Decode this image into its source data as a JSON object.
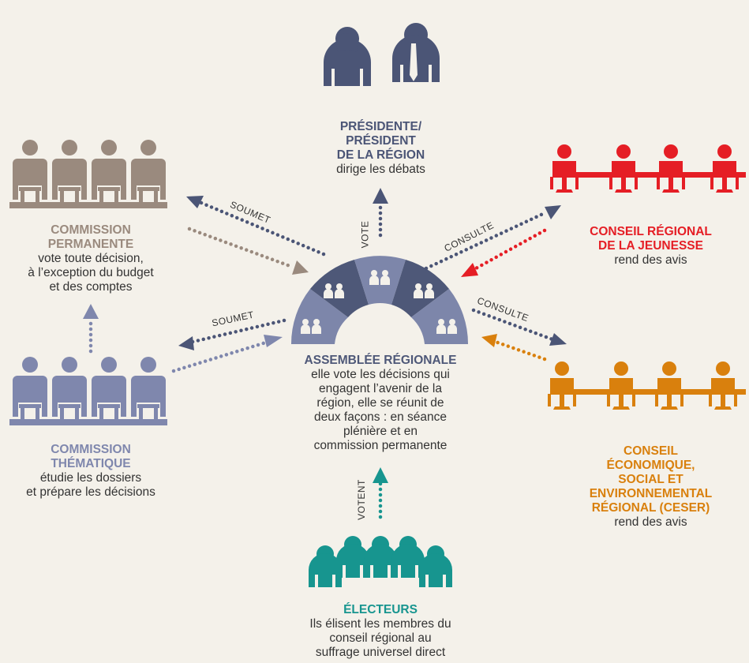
{
  "colors": {
    "background": "#f4f1ea",
    "president": "#4b5576",
    "assembly_dark": "#4e5878",
    "assembly_light": "#7d86aa",
    "commission_permanente": "#9a8a7e",
    "commission_thematique": "#7f87ad",
    "jeunesse": "#e51e25",
    "ceser": "#d9800d",
    "electeurs": "#17958f",
    "arrow_navy": "#4b5576",
    "arrow_taupe": "#9a8a7e"
  },
  "nodes": {
    "president": {
      "title_lines": [
        "PRÉSIDENTE/",
        "PRÉSIDENT",
        "DE LA RÉGION"
      ],
      "desc_lines": [
        "dirige les débats"
      ],
      "icon": "two-executives-icon"
    },
    "assemblee": {
      "title_lines": [
        "ASSEMBLÉE RÉGIONALE"
      ],
      "desc_lines": [
        "elle vote les décisions qui",
        "engagent l’avenir de la",
        "région, elle se réunit de",
        "deux façons : en séance",
        "plénière et en",
        "commission permanente"
      ],
      "icon": "hemicycle-icon"
    },
    "commission_permanente": {
      "title_lines": [
        "COMMISSION",
        "PERMANENTE"
      ],
      "desc_lines": [
        "vote toute décision,",
        "à l’exception du budget",
        "et des comptes"
      ],
      "icon": "seated-group-icon"
    },
    "commission_thematique": {
      "title_lines": [
        "COMMISSION",
        "THÉMATIQUE"
      ],
      "desc_lines": [
        "étudie les dossiers",
        "et prépare les décisions"
      ],
      "icon": "seated-group-icon"
    },
    "jeunesse": {
      "title_lines": [
        "CONSEIL RÉGIONAL",
        "DE LA JEUNESSE"
      ],
      "desc_lines": [
        "rend des avis"
      ],
      "icon": "meeting-table-icon"
    },
    "ceser": {
      "title_lines": [
        "CONSEIL",
        "ÉCONOMIQUE,",
        "SOCIAL ET",
        "ENVIRONNEMENTAL",
        "RÉGIONAL (CESER)"
      ],
      "desc_lines": [
        "rend des avis"
      ],
      "icon": "meeting-table-icon"
    },
    "electeurs": {
      "title_lines": [
        "ÉLECTEURS"
      ],
      "desc_lines": [
        "Ils élisent les membres du",
        "conseil régional au",
        "suffrage universel direct"
      ],
      "icon": "voters-icon"
    }
  },
  "arrow_labels": {
    "vote": "VOTE",
    "votent": "VOTENT",
    "soumet_top": "SOUMET",
    "soumet_left": "SOUMET",
    "consulte_top": "CONSULTE",
    "consulte_right": "CONSULTE"
  }
}
